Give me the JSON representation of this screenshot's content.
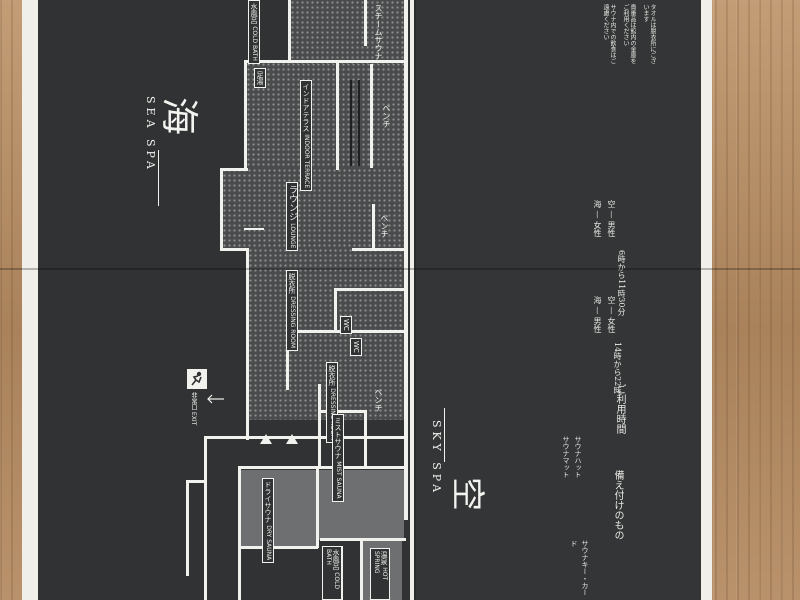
{
  "sea_spa": {
    "kanji": "海",
    "english": "SEA SPA",
    "exit_label": "非常口",
    "exit_english": "EXIT",
    "cold_bath_top": "水風呂",
    "cold_bath_top_en": "COLD BATH",
    "steam_sauna": "スチームサウナ",
    "foot_bath": "足湯",
    "indoor_terrace": "インドアテラス",
    "indoor_terrace_en": "INDOOR TERRACE",
    "bench_1": "ベンチ",
    "lounge": "ラウンジ",
    "lounge_en": "LOUNGE",
    "bench_2": "ベンチ",
    "dressing_room_1": "脱衣所",
    "dressing_room_1_en": "DRESSING ROOM",
    "wc_1": "WC",
    "wc_2": "WC",
    "dressing_room_2": "脱衣所",
    "dressing_room_2_en": "DRESSING ROOM",
    "mist_sauna": "ミストサウナ",
    "mist_sauna_en": "MIST SAUNA",
    "bench_3": "ベンチ",
    "dry_sauna": "ドライサウナ",
    "dry_sauna_en": "DRY SAUNA",
    "cold_bath_bottom": "水風呂",
    "cold_bath_bottom_en": "COLD BATH",
    "hot_spring": "温泉",
    "hot_spring_en": "HOT SPRING"
  },
  "sky_spa": {
    "kanji": "空",
    "english": "SKY SPA",
    "hours_heading": "ご利用時間",
    "hours_1_time": "14時から22時",
    "hours_1_sky": "空 — 女性",
    "hours_1_sea": "海 — 男性",
    "hours_2_time": "6時から11時30分",
    "hours_2_sky": "空 — 男性",
    "hours_2_sea": "海 — 女性",
    "amenities_heading": "備え付けのもの",
    "amenity_1": "サウナハット",
    "amenity_2": "サウナマット",
    "amenity_3": "サウナキー・カード",
    "top_note_1": "タオルは脱衣所にございます",
    "top_note_2": "貴重品は館内の金庫をご利用ください",
    "top_note_3": "サウナ内での飲食はご遠慮ください"
  },
  "colors": {
    "sheet_dark": "#303233",
    "wall_white": "#f1f1ee",
    "wood": "#b58f68"
  }
}
